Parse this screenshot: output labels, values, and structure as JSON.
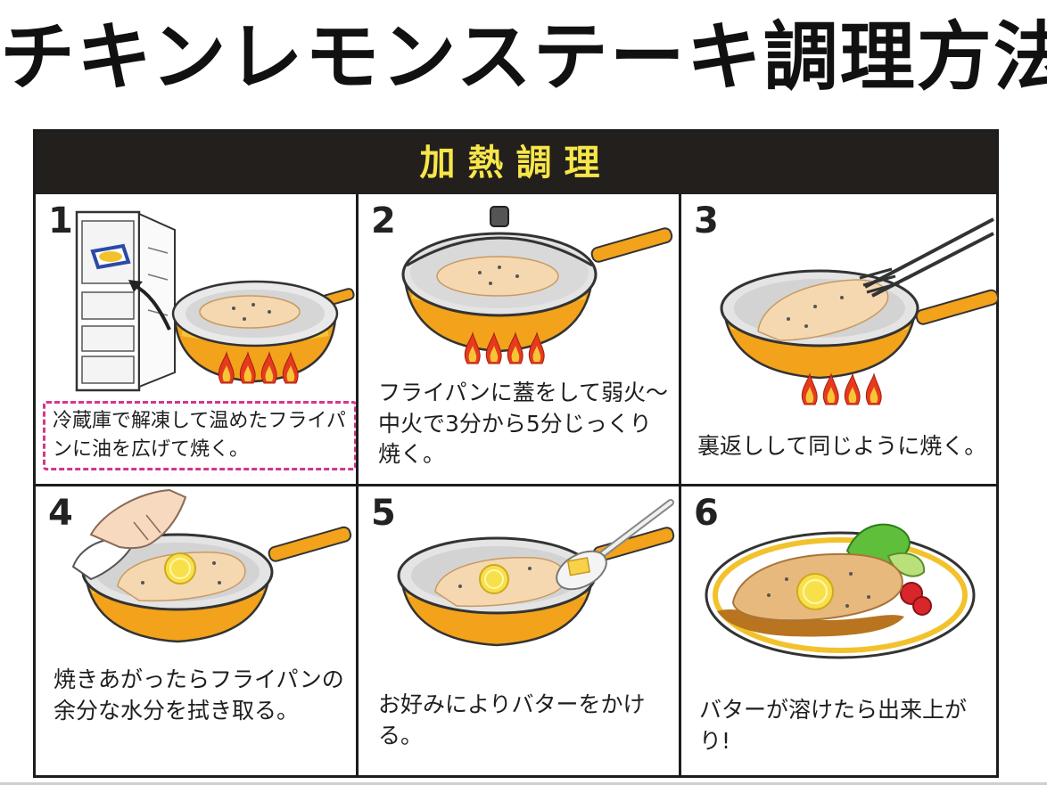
{
  "title": "チキンレモンステーキ調理方法",
  "banner": "加熱調理",
  "steps": [
    {
      "number": "1",
      "text": "冷蔵庫で解凍して温めたフライパンに油を広げて焼く。"
    },
    {
      "number": "2",
      "text": "フライパンに蓋をして弱火～中火で3分から5分じっくり焼く。"
    },
    {
      "number": "3",
      "text": "裏返しして同じように焼く。"
    },
    {
      "number": "4",
      "text": "焼きあがったらフライパンの余分な水分を拭き取る。"
    },
    {
      "number": "5",
      "text": "お好みによりバターをかける。"
    },
    {
      "number": "6",
      "text": "バターが溶けたら出来上がり!"
    }
  ],
  "colors": {
    "pan_orange": "#f2a21b",
    "pan_yellow": "#f8c537",
    "banner_bg": "#231f1c",
    "banner_text": "#f7e64a",
    "flame_red": "#e63a1e",
    "dashed_pink": "#d7358a"
  },
  "icons": {
    "step1": "fridge-and-pan-icon",
    "step2": "covered-pan-icon",
    "step3": "pan-with-tongs-icon",
    "step4": "hand-wiping-pan-icon",
    "step5": "pan-with-butter-spoon-icon",
    "step6": "plated-steak-icon"
  }
}
